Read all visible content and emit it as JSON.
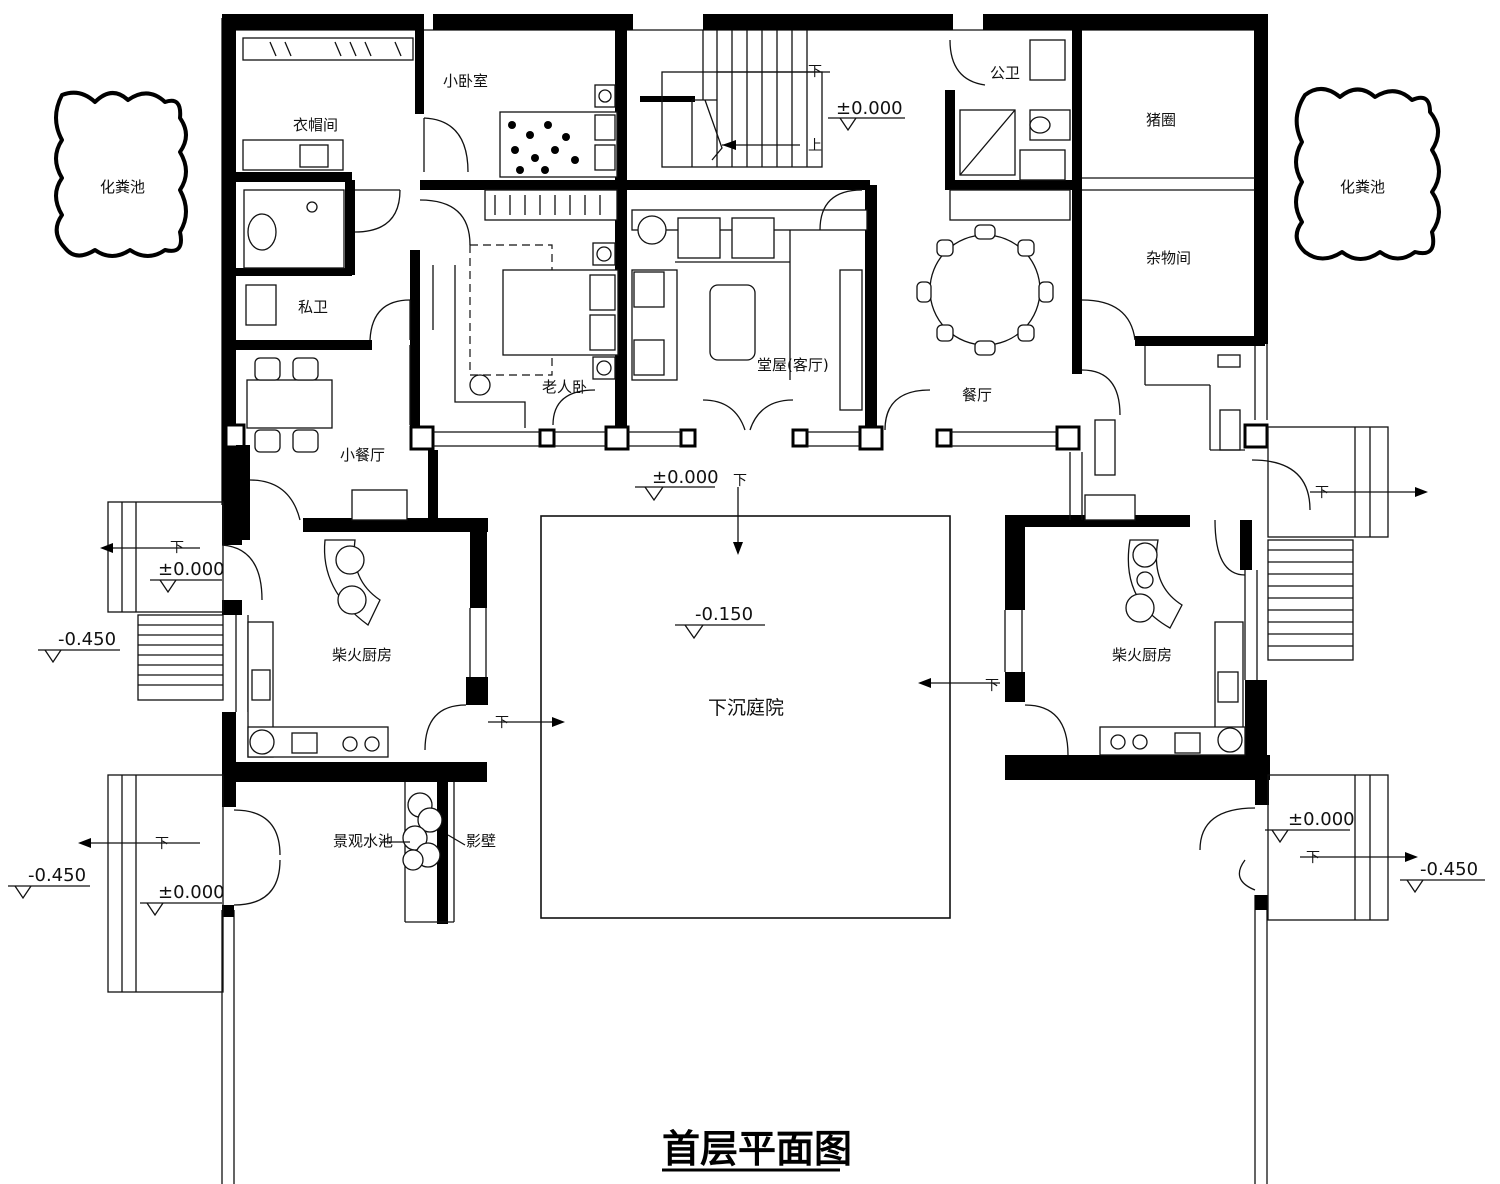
{
  "plan": {
    "title": "首层平面图",
    "rooms": {
      "cloakroom": "衣帽间",
      "small_bedroom": "小卧室",
      "private_bath": "私卫",
      "elder_bedroom": "老人卧",
      "main_hall": "堂屋(客厅)",
      "public_bath": "公卫",
      "pigpen": "猪圈",
      "storage": "杂物间",
      "dining": "餐厅",
      "small_dining": "小餐厅",
      "kitchen_left": "柴火厨房",
      "kitchen_right": "柴火厨房",
      "courtyard": "下沉庭院",
      "septic_left": "化粪池",
      "septic_right": "化粪池",
      "pond": "景观水池",
      "screen_wall": "影壁"
    },
    "levels": {
      "stair": "±0.000",
      "court_top": "±0.000",
      "court": "-0.150",
      "left_entry": "±0.000",
      "left_outer": "-0.450",
      "bottom_left_outer": "-0.450",
      "bottom_left_entry": "±0.000",
      "bottom_right_entry": "±0.000",
      "bottom_right_outer": "-0.450"
    },
    "marks": {
      "down": "下",
      "up": "上"
    }
  }
}
